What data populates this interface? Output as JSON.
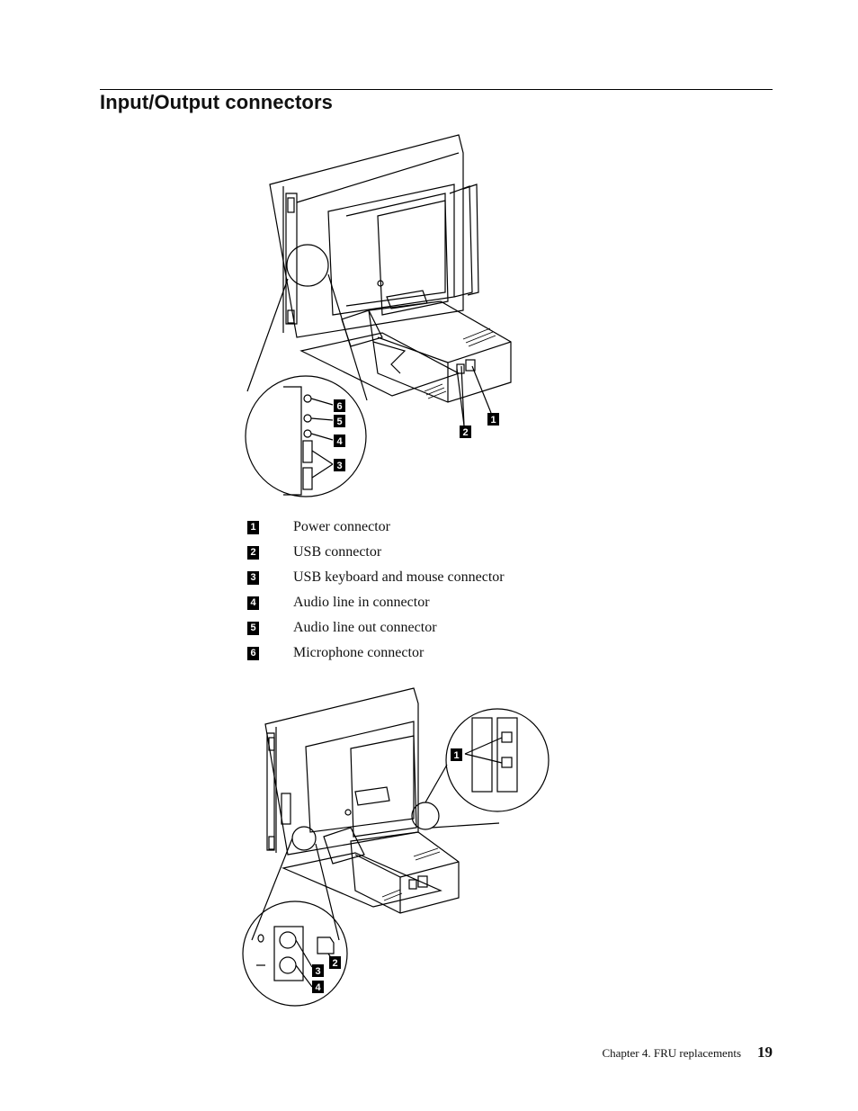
{
  "section": {
    "title": "Input/Output connectors"
  },
  "figure1": {
    "callouts": [
      "1",
      "2",
      "3",
      "4",
      "5",
      "6"
    ]
  },
  "legend": [
    {
      "number": "1",
      "label": "Power connector"
    },
    {
      "number": "2",
      "label": "USB connector"
    },
    {
      "number": "3",
      "label": "USB keyboard and mouse connector"
    },
    {
      "number": "4",
      "label": "Audio line in connector"
    },
    {
      "number": "5",
      "label": "Audio line out connector"
    },
    {
      "number": "6",
      "label": "Microphone connector"
    }
  ],
  "figure2": {
    "callouts": [
      "1",
      "2",
      "3",
      "4"
    ]
  },
  "footer": {
    "chapter": "Chapter 4. FRU replacements",
    "page": "19"
  }
}
